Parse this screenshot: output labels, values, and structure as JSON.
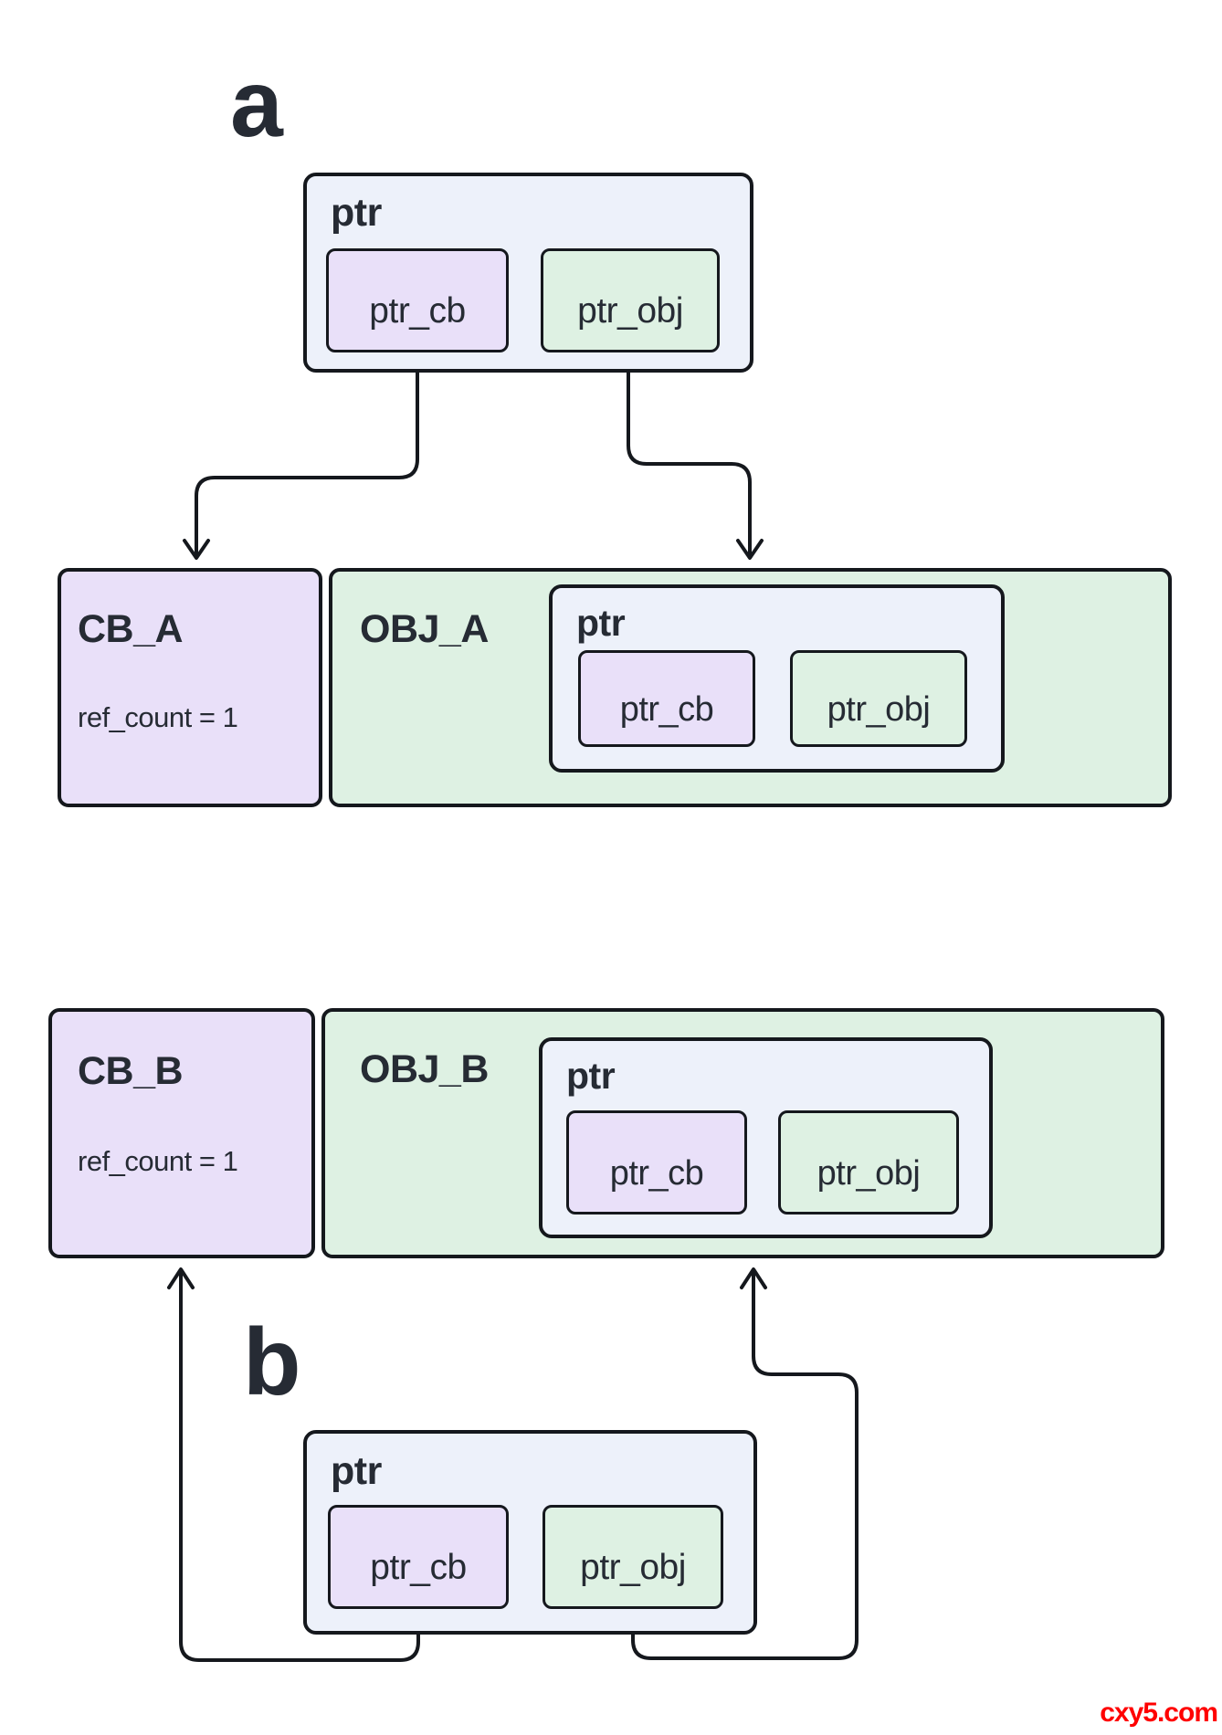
{
  "colors": {
    "bg": "#ffffff",
    "ptr-fill": "#edf1fa",
    "cb-fill": "#e9e0f9",
    "obj-fill": "#def1e3",
    "border": "#15181d",
    "text": "#262b34",
    "watermark": "#ff0000"
  },
  "section_a": {
    "label": "a",
    "ptr": {
      "title": "ptr",
      "cb_label": "ptr_cb",
      "obj_label": "ptr_obj"
    },
    "cb": {
      "title": "CB_A",
      "ref_count": "ref_count = 1"
    },
    "obj": {
      "title": "OBJ_A",
      "inner_ptr": {
        "title": "ptr",
        "cb_label": "ptr_cb",
        "obj_label": "ptr_obj"
      }
    }
  },
  "section_b": {
    "label": "b",
    "cb": {
      "title": "CB_B",
      "ref_count": "ref_count = 1"
    },
    "obj": {
      "title": "OBJ_B",
      "inner_ptr": {
        "title": "ptr",
        "cb_label": "ptr_cb",
        "obj_label": "ptr_obj"
      }
    },
    "ptr": {
      "title": "ptr",
      "cb_label": "ptr_cb",
      "obj_label": "ptr_obj"
    }
  },
  "edges": [
    {
      "id": "a-ptrcb-to-cba",
      "from": "section_a ptr.ptr_cb",
      "to": "CB_A"
    },
    {
      "id": "a-ptrobj-to-obja",
      "from": "section_a ptr.ptr_obj",
      "to": "OBJ_A"
    },
    {
      "id": "b-ptrcb-to-cbb",
      "from": "section_b ptr.ptr_cb",
      "to": "CB_B"
    },
    {
      "id": "b-ptrobj-to-objb",
      "from": "section_b ptr.ptr_obj",
      "to": "OBJ_B"
    }
  ],
  "watermark": {
    "text": "cxy5.com"
  }
}
